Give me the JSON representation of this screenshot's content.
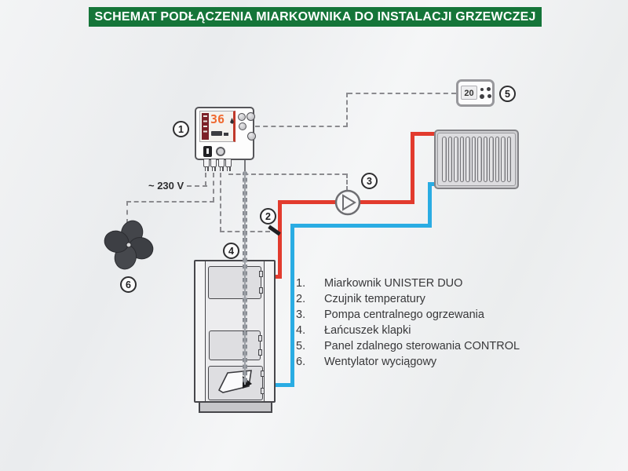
{
  "title": "SCHEMAT PODŁĄCZENIA MIARKOWNIKA DO INSTALACJI GRZEWCZEJ",
  "power_label": "~ 230 V",
  "controller": {
    "display_value": "36"
  },
  "remote": {
    "display_value": "20"
  },
  "callouts": {
    "c1": "1",
    "c2": "2",
    "c3": "3",
    "c4": "4",
    "c5": "5",
    "c6": "6"
  },
  "legend": {
    "items": [
      {
        "num": "1.",
        "text": "Miarkownik UNISTER DUO"
      },
      {
        "num": "2.",
        "text": "Czujnik temperatury"
      },
      {
        "num": "3.",
        "text": "Pompa centralnego ogrzewania"
      },
      {
        "num": "4.",
        "text": "Łańcuszek klapki"
      },
      {
        "num": "5.",
        "text": "Panel zdalnego sterowania CONTROL"
      },
      {
        "num": "6.",
        "text": "Wentylator wyciągowy"
      }
    ]
  },
  "colors": {
    "title_green": "#157539",
    "pipe_hot_red": "#e23b2e",
    "pipe_cold_blue": "#2aace3",
    "wire_gray": "#8b8b8f",
    "display_digits_orange": "#ef6a30"
  },
  "icons": {
    "fan": "fan-icon",
    "pump": "pump-icon",
    "flame": "flame-icon",
    "sensor": "sensor-icon",
    "chain": "chain-icon"
  }
}
